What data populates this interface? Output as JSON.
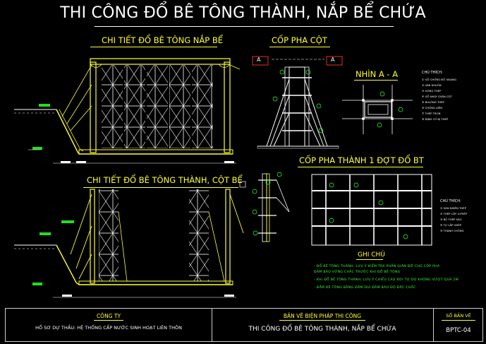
{
  "title": "THI CÔNG ĐỔ BÊ TÔNG THÀNH, NẮP BỂ CHỨA",
  "sections": {
    "roof_detail": "CHI TIẾT ĐỔ BÊ TÔNG NẮP BỂ",
    "column_formwork": "CỐP PHA CỘT",
    "view_aa": "NHÌN A - A",
    "wall_column_detail": "CHI TIẾT ĐỔ BÊ TÔNG THÀNH, CỘT BỂ",
    "wall_formwork": "CỐP PHA THÀNH 1 ĐỢT ĐỔ BT"
  },
  "section_marks": {
    "left": "A",
    "right": "A"
  },
  "legend_top": {
    "heading": "CHÚ THÍCH:",
    "items": [
      "① GỖ CHỐNG ĐỠ NGANG",
      "② VÁN KHUÔN",
      "③ GÔNG THÉP",
      "④ GỖ NHÓI CHÂN CỘT",
      "⑤ BULÔNG THÉP",
      "⑥ CHỐNG XIÊN",
      "⑦ THÉP TRÒN",
      "⑧ ĐỊNH CỐ BỊ THÉP"
    ]
  },
  "legend_bottom": {
    "heading": "CHÚ THÍCH:",
    "items": [
      "① SÀN NHIÊN THÉP",
      "② THÉP CẤY V-PHÊP",
      "③ BỘ THÉP SÀO",
      "④ TỰ LẮP GHÉP",
      "⑤ THANH CHỐNG"
    ]
  },
  "notes": {
    "heading": "GHI CHÚ",
    "lines": [
      "- ĐỔ BÊ TÔNG THÀNH, LƯU Ý KIỂM TRA PHẦN GIÀN ĐỠ CHO CỐP PHA",
      "  ĐẢM BẢO VỮNG CHẮC TRƯỚC KHI ĐỔ BÊ TÔNG",
      "- KHI ĐỔ BÊ TÔNG THÀNH, LƯU Ý CHIỀU CAO RƠI TỰ DO KHÔNG VƯỢT QUÁ 2M",
      "- ĐẦM BÊ TÔNG BẰNG ĐẦM DÙI ĐẢM BẢO ĐỘ ĐẶC CHẮC"
    ]
  },
  "footer": {
    "company_label": "CÔNG TY",
    "company_value": "HỒ SƠ DỰ THẦU: HỆ THỐNG CẤP NƯỚC SINH HOẠT LIÊN THÔN",
    "drawing_label": "BẢN VẼ BIỆN PHÁP THI CÔNG",
    "drawing_value": "THI CÔNG ĐỔ BÊ TÔNG THÀNH, NẮP BỂ CHỨA",
    "sheet_label": "SỐ BẢN VẼ",
    "sheet_value": "BPTC-04"
  }
}
